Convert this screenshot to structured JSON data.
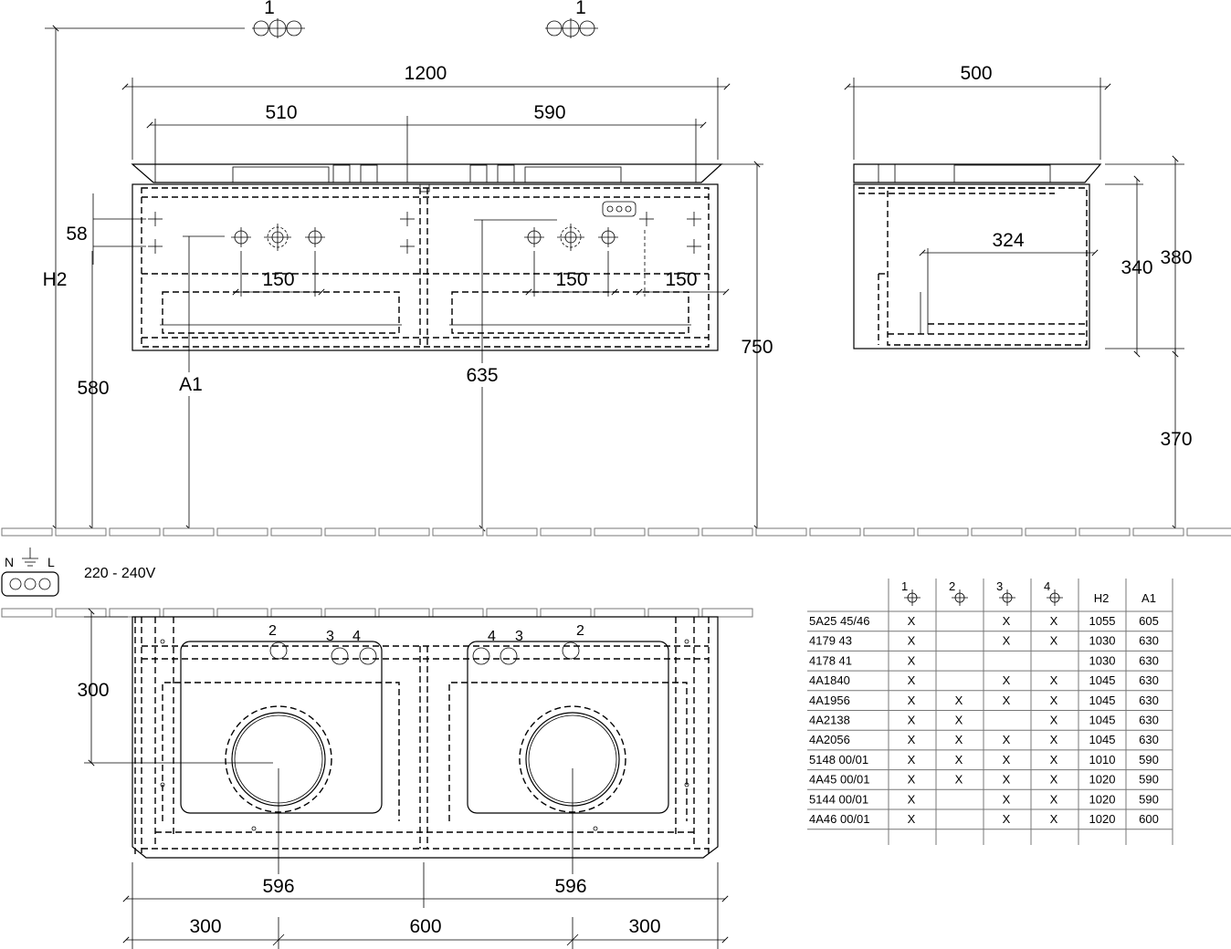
{
  "front_view": {
    "tap_marker_left": "1",
    "tap_marker_right": "1",
    "width": "1200",
    "left_span": "510",
    "right_span": "590",
    "offset_58": "58",
    "height_h2": "H2",
    "height_580": "580",
    "label_a1": "A1",
    "height_635": "635",
    "height_750": "750",
    "spacing_left": "150",
    "spacing_mid": "150",
    "spacing_right": "150"
  },
  "side_view": {
    "depth": "500",
    "inner_depth": "324",
    "drawer_height": "340",
    "body_height": "380",
    "floor_clearance": "370"
  },
  "electrical": {
    "neutral": "N",
    "live": "L",
    "voltage": "220 - 240V"
  },
  "plan_view": {
    "depth_300": "300",
    "bowl_left": "596",
    "bowl_right": "596",
    "edge_left": "300",
    "center": "600",
    "edge_right": "300",
    "left_labels": [
      "2",
      "3",
      "4"
    ],
    "right_labels": [
      "4",
      "3",
      "2"
    ]
  },
  "table": {
    "headers": [
      "1",
      "2",
      "3",
      "4",
      "H2",
      "A1"
    ],
    "rows": [
      {
        "code": "5A25 45/46",
        "c1": "X",
        "c2": "",
        "c3": "X",
        "c4": "X",
        "h2": "1055",
        "a1": "605"
      },
      {
        "code": "4179 43",
        "c1": "X",
        "c2": "",
        "c3": "X",
        "c4": "X",
        "h2": "1030",
        "a1": "630"
      },
      {
        "code": "4178 41",
        "c1": "X",
        "c2": "",
        "c3": "",
        "c4": "",
        "h2": "1030",
        "a1": "630"
      },
      {
        "code": "4A1840",
        "c1": "X",
        "c2": "",
        "c3": "X",
        "c4": "X",
        "h2": "1045",
        "a1": "630"
      },
      {
        "code": "4A1956",
        "c1": "X",
        "c2": "X",
        "c3": "X",
        "c4": "X",
        "h2": "1045",
        "a1": "630"
      },
      {
        "code": "4A2138",
        "c1": "X",
        "c2": "X",
        "c3": "",
        "c4": "X",
        "h2": "1045",
        "a1": "630"
      },
      {
        "code": "4A2056",
        "c1": "X",
        "c2": "X",
        "c3": "X",
        "c4": "X",
        "h2": "1045",
        "a1": "630"
      },
      {
        "code": "5148 00/01",
        "c1": "X",
        "c2": "X",
        "c3": "X",
        "c4": "X",
        "h2": "1010",
        "a1": "590"
      },
      {
        "code": "4A45 00/01",
        "c1": "X",
        "c2": "X",
        "c3": "X",
        "c4": "X",
        "h2": "1020",
        "a1": "590"
      },
      {
        "code": "5144 00/01",
        "c1": "X",
        "c2": "",
        "c3": "X",
        "c4": "X",
        "h2": "1020",
        "a1": "590"
      },
      {
        "code": "4A46 00/01",
        "c1": "X",
        "c2": "",
        "c3": "X",
        "c4": "X",
        "h2": "1020",
        "a1": "600"
      }
    ]
  }
}
